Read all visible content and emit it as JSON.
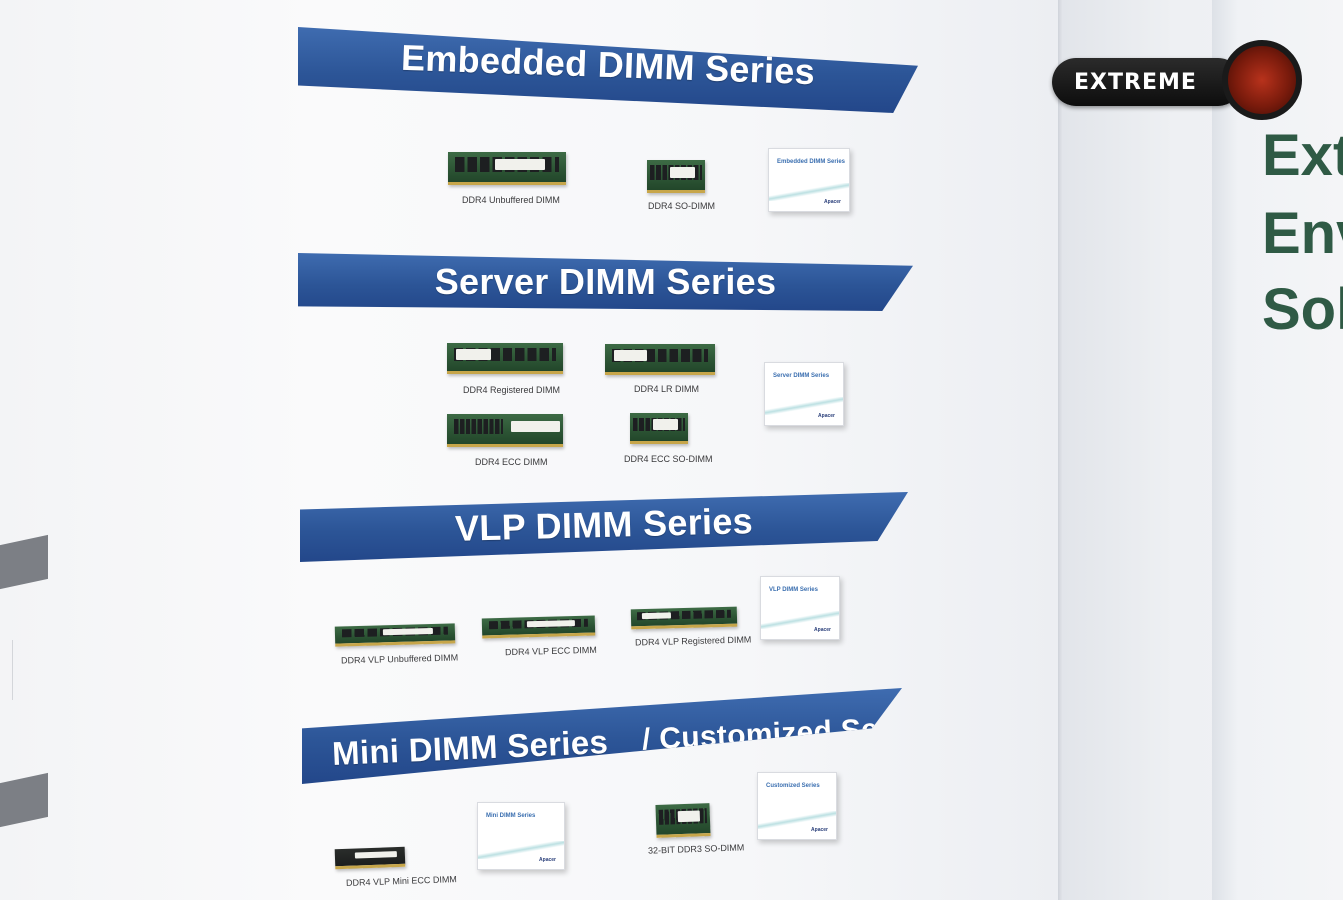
{
  "banners": {
    "embedded": "Embedded DIMM Series",
    "server": "Server DIMM Series",
    "vlp": "VLP DIMM Series",
    "mini": "Mini DIMM Series",
    "customized": "/ Customized Series"
  },
  "products": {
    "ddr4_unbuffered": "DDR4 Unbuffered DIMM",
    "ddr4_sodimm": "DDR4 SO-DIMM",
    "ddr4_registered": "DDR4 Registered DIMM",
    "ddr4_lr": "DDR4 LR DIMM",
    "ddr4_ecc": "DDR4 ECC DIMM",
    "ddr4_ecc_sodimm": "DDR4 ECC SO-DIMM",
    "ddr4_vlp_unbuffered": "DDR4 VLP Unbuffered DIMM",
    "ddr4_vlp_ecc": "DDR4 VLP ECC DIMM",
    "ddr4_vlp_registered": "DDR4 VLP Registered DIMM",
    "ddr4_vlp_mini_ecc": "DDR4 VLP Mini ECC DIMM",
    "ddr3_32bit_sodimm": "32-BIT DDR3 SO-DIMM"
  },
  "cards": {
    "embedded": "Embedded DIMM Series",
    "server": "Server DIMM Series",
    "vlp": "VLP DIMM Series",
    "mini": "Mini DIMM Series",
    "customized": "Customized Series",
    "brand": "Apacer"
  },
  "right_wall": [
    "Ext",
    "Env",
    "Solu"
  ],
  "watermark": {
    "text": "EXTREME"
  }
}
